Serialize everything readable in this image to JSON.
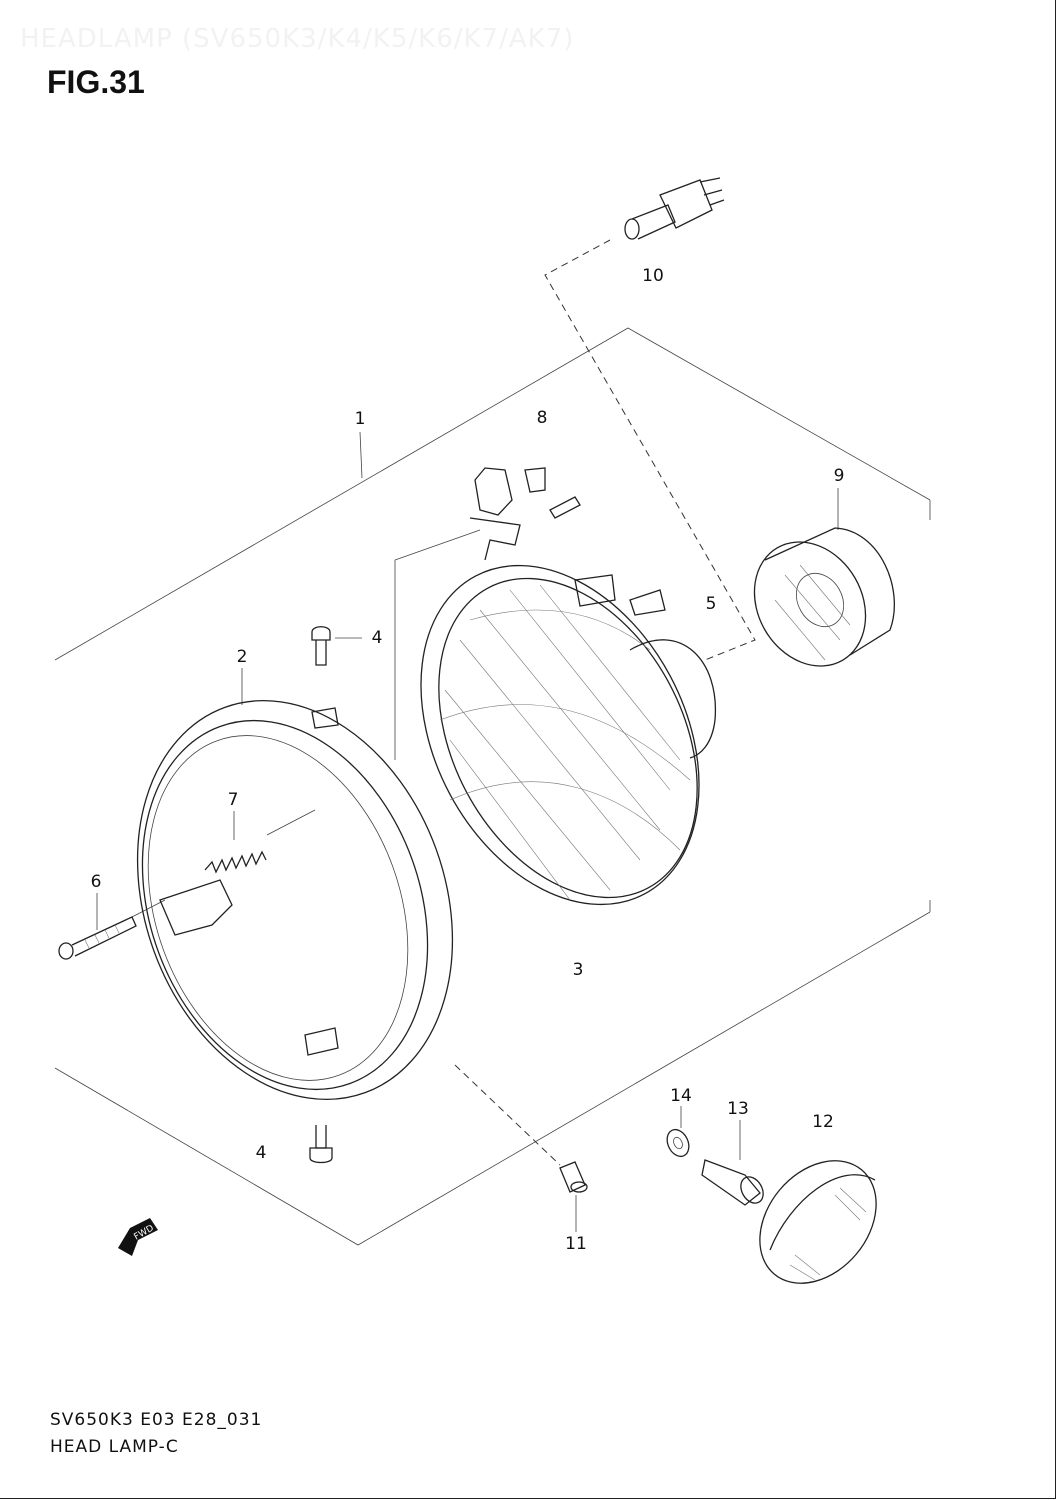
{
  "header": {
    "title": "HEADLAMP (SV650K3/K4/K5/K6/K7/AK7)"
  },
  "figure": {
    "label": "FIG.31"
  },
  "callouts": [
    {
      "id": "c1",
      "text": "1"
    },
    {
      "id": "c2",
      "text": "2"
    },
    {
      "id": "c3",
      "text": "3"
    },
    {
      "id": "c4a",
      "text": "4"
    },
    {
      "id": "c4b",
      "text": "4"
    },
    {
      "id": "c5",
      "text": "5"
    },
    {
      "id": "c6",
      "text": "6"
    },
    {
      "id": "c7",
      "text": "7"
    },
    {
      "id": "c8",
      "text": "8"
    },
    {
      "id": "c9",
      "text": "9"
    },
    {
      "id": "c10",
      "text": "10"
    },
    {
      "id": "c11",
      "text": "11"
    },
    {
      "id": "c12",
      "text": "12"
    },
    {
      "id": "c13",
      "text": "13"
    },
    {
      "id": "c14",
      "text": "14"
    }
  ],
  "fwd_badge": "FWD",
  "footer": {
    "code": "SV650K3 E03 E28_031",
    "name": "HEAD LAMP-C"
  }
}
